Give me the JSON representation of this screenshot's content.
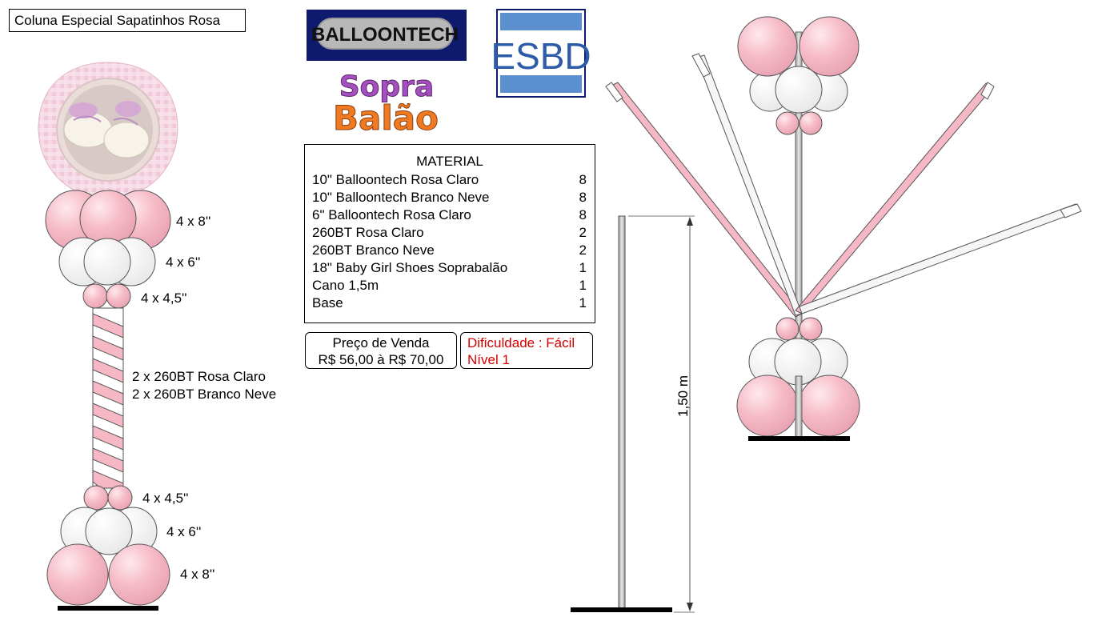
{
  "title": "Coluna Especial Sapatinhos Rosa",
  "logos": {
    "balloontech": "BALLOONTECH",
    "esbd": "ESBD",
    "soprabalao": [
      "Sopra",
      "Balão"
    ]
  },
  "material": {
    "title": "MATERIAL",
    "items": [
      {
        "name": "10\" Balloontech Rosa Claro",
        "qty": "8"
      },
      {
        "name": "10\" Balloontech Branco Neve",
        "qty": "8"
      },
      {
        "name": "6\" Balloontech Rosa Claro",
        "qty": "8"
      },
      {
        "name": "260BT Rosa Claro",
        "qty": "2"
      },
      {
        "name": "260BT Branco Neve",
        "qty": "2"
      },
      {
        "name": "18\" Baby Girl Shoes Soprabalão",
        "qty": "1"
      },
      {
        "name": "Cano 1,5m",
        "qty": "1"
      },
      {
        "name": "Base",
        "qty": "1"
      }
    ]
  },
  "price": {
    "label": "Preço de Venda",
    "value": "R$ 56,00 à R$ 70,00"
  },
  "difficulty": {
    "label": "Dificuldade : Fácil",
    "level": "Nível 1"
  },
  "column_labels": {
    "top_8": "4 x 8''",
    "top_6": "4 x 6''",
    "top_45": "4 x 4,5''",
    "twist_pink": "2 x 260BT Rosa Claro",
    "twist_white": "2 x 260BT Branco Neve",
    "bottom_45": "4 x 4,5''",
    "bottom_6": "4 x 6''",
    "bottom_8": "4 x 8''"
  },
  "dimension": "1,50 m",
  "colors": {
    "pink": "#f5b8c4",
    "white_balloon": "#f3f3f3",
    "logo_blue": "#0d1a6e",
    "esbd_blue": "#5b8fcf",
    "difficulty_red": "#d40000"
  }
}
